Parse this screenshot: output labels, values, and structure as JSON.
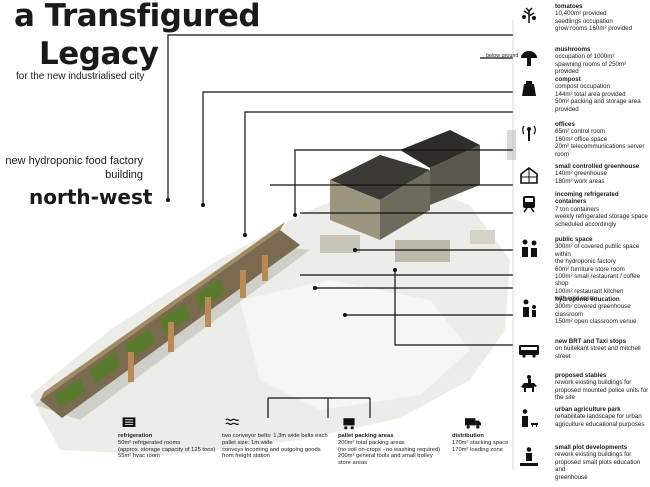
{
  "title": {
    "line1": "a Transfigured",
    "line2": "Legacy",
    "subtitle": "for the new industrialised city"
  },
  "project": {
    "description_line1": "new hydroponic food factory",
    "description_line2": "building",
    "region": "north-west"
  },
  "note": {
    "below_ground": "below ground"
  },
  "legend": [
    {
      "icon": "tomato-plant-icon",
      "title": "tomatoes",
      "lines": [
        "10,400m² provided",
        "seedlings occupation",
        "grow rooms 160m² provided"
      ]
    },
    {
      "icon": "mushroom-icon",
      "title": "mushrooms",
      "lines": [
        "occupation of 1000m²",
        "spawning rooms of 250m² provided"
      ]
    },
    {
      "icon": "compost-bag-icon",
      "title": "compost",
      "lines": [
        "compost occupation",
        "144m² total area provided",
        "50m² packing and storage area",
        "provided"
      ]
    },
    {
      "icon": "antenna-icon",
      "title": "offices",
      "lines": [
        "65m² control room",
        "160m² office space",
        "20m² telecommunications server",
        "room"
      ]
    },
    {
      "icon": "greenhouse-icon",
      "title": "small controlled greenhouse",
      "lines": [
        "140m² greenhouse",
        "180m² work areas"
      ]
    },
    {
      "icon": "train-icon",
      "title": "incoming refrigerated containers",
      "lines": [
        "7 ton containers",
        "weekly refrigerated storage space",
        "scheduled accordingly"
      ]
    },
    {
      "icon": "people-icon",
      "title": "public space",
      "lines": [
        "300m² of covered public space within",
        "the hydroponic factory",
        "60m² furniture store room",
        "100m² small restaurant / coffee shop",
        "100m² restaurant kitchen",
        "with cold room"
      ]
    },
    {
      "icon": "teacher-child-icon",
      "title": "hydroponic education",
      "lines": [
        "300m² covered greenhouse",
        "classroom",
        "150m² open classroom venue"
      ]
    },
    {
      "icon": "bus-icon",
      "title": "new BRT and Taxi stops",
      "lines": [
        "on buitekant street and mitchell",
        "street"
      ]
    },
    {
      "icon": "horse-rider-icon",
      "title": "proposed stables",
      "lines": [
        "rework existing buildings for",
        "proposed mounted police units for",
        "the site"
      ]
    },
    {
      "icon": "farmer-dog-icon",
      "title": "urban agriculture park",
      "lines": [
        "rehabilitate landscape for urban",
        "agriculture educational purposes"
      ]
    },
    {
      "icon": "person-plot-icon",
      "title": "small plot developments",
      "lines": [
        "rework existing buildings for",
        "proposed small plots education and",
        "greenhouse"
      ]
    }
  ],
  "bottom": [
    {
      "icon": "refrigeration-unit-icon",
      "title": "refrigeration",
      "lines": [
        "50m² refrigerated rooms",
        "(approx. storage capacity of 125 tons)",
        "55m² hvac room"
      ]
    },
    {
      "icon": "conveyor-icon",
      "title": "",
      "lines": [
        "two conveyor belts: 1,3m wide belts each",
        "pallet size: 1m wide",
        "conveys incoming and outgoing goods",
        "from freight station"
      ]
    },
    {
      "icon": "trolley-icon",
      "title": "pallet packing areas",
      "lines": [
        "200m² total packing areas",
        "(no soil on-crops - no washing required)",
        "200m² general tools and small trolley",
        "store areas"
      ]
    },
    {
      "icon": "truck-icon",
      "title": "distribution",
      "lines": [
        "170m² stacking space",
        "170m² loading zone"
      ]
    }
  ],
  "colors": {
    "ink": "#1a1a1a",
    "leader": "#111111",
    "ground": "#e9e9e6",
    "greenery": "#5a7a2e",
    "timber": "#b88a55"
  }
}
